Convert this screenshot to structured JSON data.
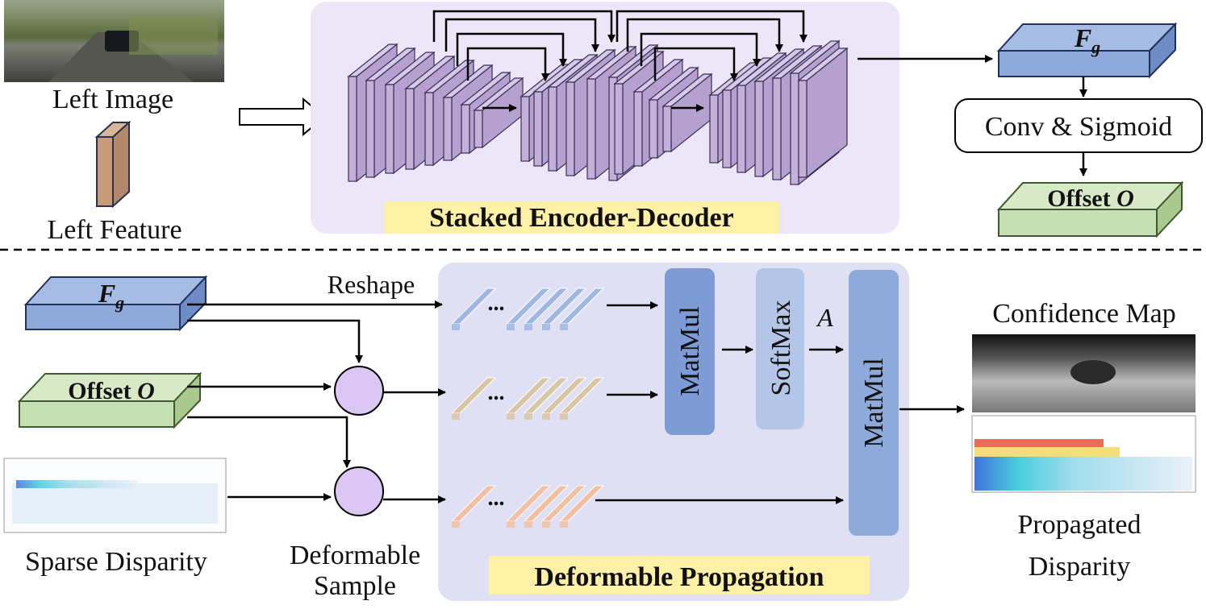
{
  "top": {
    "left_image_label": "Left Image",
    "left_feature_label": "Left Feature",
    "encoder_decoder_title": "Stacked Encoder-Decoder",
    "fg_symbol": "F",
    "fg_subscript": "g",
    "conv_sigmoid_label": "Conv & Sigmoid",
    "offset_word": "Offset",
    "offset_symbol": "O"
  },
  "bottom": {
    "fg_symbol": "F",
    "fg_subscript": "g",
    "offset_word": "Offset",
    "offset_symbol": "O",
    "sparse_disparity_label": "Sparse Disparity",
    "deformable_sample_line1": "Deformable",
    "deformable_sample_line2": "Sample",
    "reshape_label": "Reshape",
    "ellipsis": "...",
    "matmul1_label": "MatMul",
    "softmax_label": "SoftMax",
    "attention_symbol": "A",
    "matmul2_label": "MatMul",
    "propagation_title": "Deformable Propagation",
    "confidence_map_label": "Confidence Map",
    "propagated_line1": "Propagated",
    "propagated_line2": "Disparity"
  },
  "colors": {
    "purple_panel": "#ece6f8",
    "layer_fill": "#c3b1d9",
    "title_highlight": "#fff0a8",
    "fg_blue": "#8eaadb",
    "offset_green": "#c7dfb4",
    "feature_brown": "#c89a78",
    "sample_circle": "#dcc6f4",
    "matmul_blue": "#7f9bd6",
    "softmax_blue": "#b4c6e7",
    "bar_blue": "#9db7e0",
    "bar_tan": "#d9c6a2",
    "bar_orange": "#f2bfa0"
  }
}
